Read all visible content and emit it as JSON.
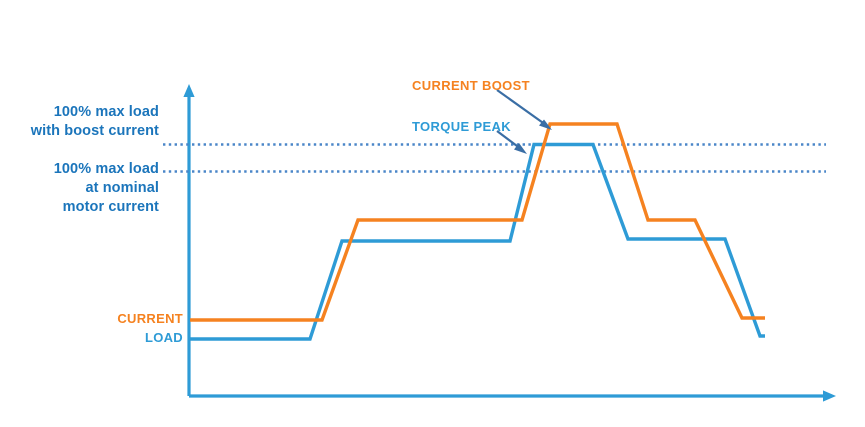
{
  "chart_data": {
    "type": "line",
    "title": "",
    "xlabel": "",
    "ylabel": "",
    "grid": false,
    "legend_position": "inline-start-labels",
    "xlim": [
      0,
      100
    ],
    "ylim": [
      0,
      100
    ],
    "reference_lines": [
      {
        "name": "max-load-boost-current",
        "label": "100% max load\nwith boost current",
        "y": 100,
        "style": "dotted",
        "color": "#4a86c8"
      },
      {
        "name": "max-load-nominal-current",
        "label": "100% max load\nat nominal\nmotor current",
        "y": 91,
        "style": "dotted",
        "color": "#4a86c8"
      }
    ],
    "series": [
      {
        "name": "current",
        "label": "CURRENT",
        "color": "#f58220",
        "x": [
          0,
          20.5,
          26.2,
          50.6,
          56.3,
          66.0,
          72.4,
          80.3,
          86.2,
          89.0,
          100
        ],
        "values": [
          24.5,
          24.5,
          56.7,
          56.7,
          100.0,
          100.0,
          56.7,
          56.7,
          25.5,
          25.5,
          25.5
        ]
      },
      {
        "name": "load",
        "label": "LOAD",
        "color": "#2e9bd6",
        "x": [
          0,
          18.8,
          24.2,
          49.7,
          53.5,
          62.5,
          67.2,
          76.0,
          83.0,
          85.8,
          100
        ],
        "values": [
          18.4,
          18.4,
          50.5,
          50.5,
          91.0,
          91.0,
          50.5,
          50.5,
          19.4,
          19.4,
          19.4
        ]
      }
    ],
    "annotations": [
      {
        "name": "current-boost",
        "text": "CURRENT BOOST",
        "color": "#f58220",
        "points_to": "current-series-peak"
      },
      {
        "name": "torque-peak",
        "text": "TORQUE PEAK",
        "color": "#2e9bd6",
        "points_to": "load-series-peak"
      }
    ],
    "axes": {
      "x_axis_color": "#2e9bd6",
      "y_axis_color": "#2e9bd6",
      "arrowheads": true,
      "tick_labels_x": [],
      "tick_labels_y": []
    }
  },
  "colors": {
    "orange": "#f58220",
    "blue": "#2e9bd6",
    "dark_blue_text": "#1b75bb",
    "dotted_line": "#4a86c8",
    "arrow": "#3a6ea5",
    "background": "#ffffff"
  }
}
